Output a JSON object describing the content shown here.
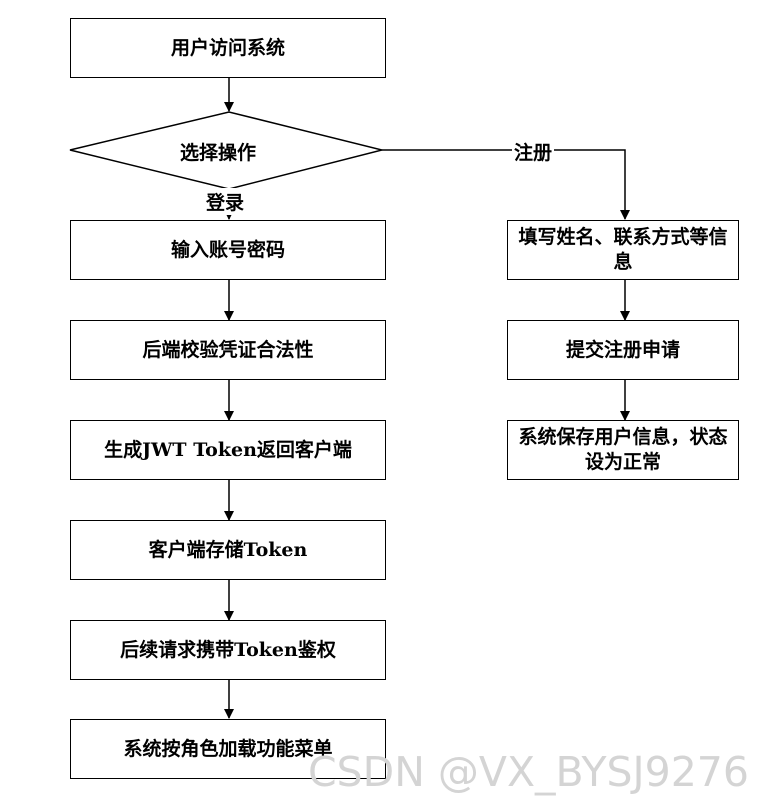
{
  "nodes": {
    "start": "用户访问系统",
    "decision": "选择操作",
    "login_1": "输入账号密码",
    "login_2": "后端校验凭证合法性",
    "login_3": "生成JWT Token返回客户端",
    "login_4": "客户端存储Token",
    "login_5": "后续请求携带Token鉴权",
    "login_6": "系统按角色加载功能菜单",
    "reg_1": "填写姓名、联系方式等信息",
    "reg_2": "提交注册申请",
    "reg_3": "系统保存用户信息，状态设为正常"
  },
  "edges": {
    "login_label": "登录",
    "register_label": "注册"
  },
  "watermark": "CSDN @VX_BYSJ9276"
}
